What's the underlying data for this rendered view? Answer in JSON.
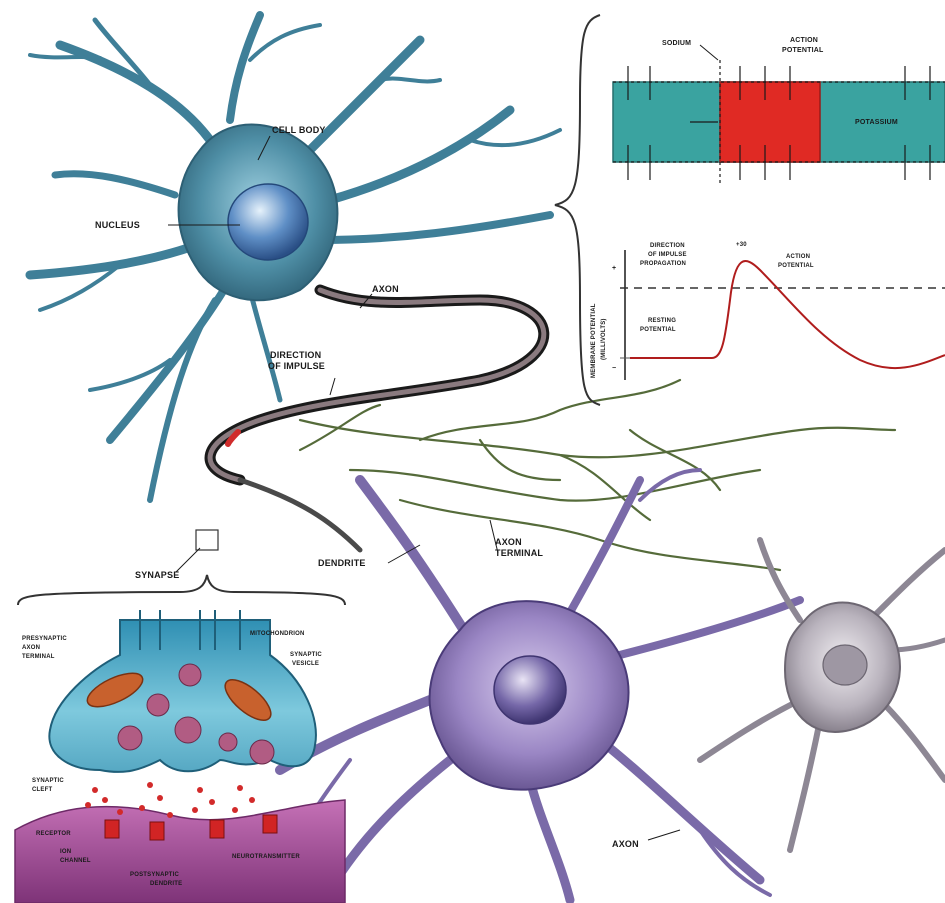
{
  "neuron_labels": {
    "cell_body": "CELL BODY",
    "nucleus": "NUCLEUS",
    "axon_top": "AXON",
    "direction_impulse_l1": "DIRECTION",
    "direction_impulse_l2": "OF IMPULSE",
    "synapse": "SYNAPSE",
    "dendrite": "DENDRITE",
    "axon_terminal_l1": "AXON",
    "axon_terminal_l2": "TERMINAL",
    "axon_bottom": "AXON"
  },
  "membrane_panel": {
    "sodium": "SODIUM",
    "action_potential_l1": "ACTION",
    "action_potential_l2": "POTENTIAL",
    "potassium": "POTASSIUM"
  },
  "potential_graph": {
    "ylabel_l1": "MEMBRANE POTENTIAL",
    "ylabel_l2": "(MILLIVOLTS)",
    "direction_l1": "DIRECTION",
    "direction_l2": "OF IMPULSE",
    "direction_l3": "PROPAGATION",
    "action_l1": "ACTION",
    "action_l2": "POTENTIAL",
    "resting_l1": "RESTING",
    "resting_l2": "POTENTIAL",
    "peak_value": "+30",
    "plus_sign": "+",
    "minus_sign": "−"
  },
  "synapse_panel": {
    "presynaptic_l1": "PRESYNAPTIC",
    "presynaptic_l2": "AXON",
    "presynaptic_l3": "TERMINAL",
    "mitochondrion": "MITOCHONDRION",
    "vesicle_l1": "SYNAPTIC",
    "vesicle_l2": "VESICLE",
    "cleft_l1": "SYNAPTIC",
    "cleft_l2": "CLEFT",
    "receptor": "RECEPTOR",
    "ion_channel_l1": "ION",
    "ion_channel_l2": "CHANNEL",
    "neurotransmitter": "NEUROTRANSMITTER",
    "postsynaptic_l1": "POSTSYNAPTIC",
    "postsynaptic_l2": "DENDRITE"
  },
  "colors": {
    "neuron_blue": "#4f8fa6",
    "neuron_purple": "#9a86c4",
    "neuron_grey": "#b9b3bd",
    "membrane_teal": "#3aa3a0",
    "action_red": "#e02a24",
    "postsynaptic_magenta": "#a24a98"
  }
}
